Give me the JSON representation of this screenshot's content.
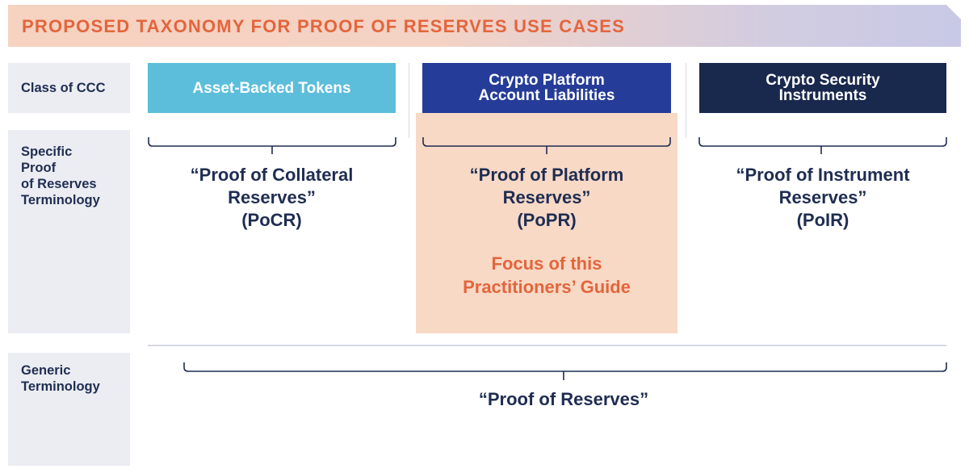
{
  "title": "PROPOSED TAXONOMY FOR PROOF OF RESERVES USE CASES",
  "row_labels": {
    "class": [
      "Class of CCC"
    ],
    "specific": [
      "Specific",
      "Proof",
      "of Reserves",
      "Terminology"
    ],
    "generic": [
      "Generic",
      "Terminology"
    ]
  },
  "classes": [
    {
      "lines": [
        "Asset-Backed Tokens"
      ]
    },
    {
      "lines": [
        "Crypto Platform",
        "Account Liabilities"
      ]
    },
    {
      "lines": [
        "Crypto Security",
        "Instruments"
      ]
    }
  ],
  "terms": [
    {
      "lines": [
        "“Proof of Collateral",
        "Reserves”",
        "(PoCR)"
      ]
    },
    {
      "lines": [
        "“Proof of Platform",
        "Reserves”",
        "(PoPR)"
      ]
    },
    {
      "lines": [
        "“Proof of Instrument",
        "Reserves”",
        "(PoIR)"
      ]
    }
  ],
  "focus_note": [
    "Focus of this",
    "Practitioners’ Guide"
  ],
  "generic_term": "“Proof of Reserves”",
  "colors": {
    "accent_orange": "#e3653c",
    "navy_text": "#1f2d52",
    "asset_backed_blue": "#5cbedb",
    "platform_blue": "#253c98",
    "security_navy": "#19284d",
    "focus_highlight": "#f8d9c6",
    "row_label_gray": "#ebedf2"
  }
}
